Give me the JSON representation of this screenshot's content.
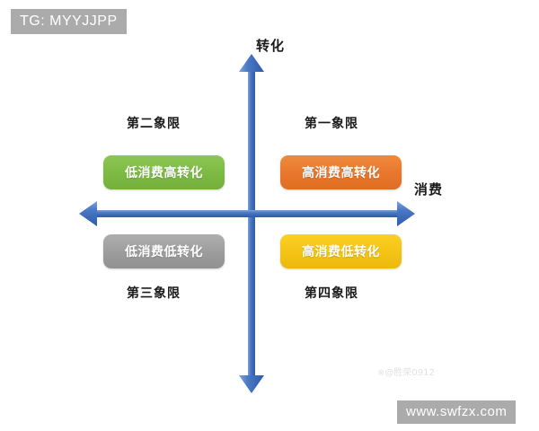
{
  "watermarks": {
    "top_left": "TG: MYYJJPP",
    "bottom_right": "www.swfzx.com",
    "faint": "※@胜荣0912"
  },
  "colors": {
    "axis": "#4472c4",
    "q1_pill": "#e8762c",
    "q2_pill": "#7cba44",
    "q3_pill": "#9c9c9c",
    "q4_pill": "#f3c315",
    "watermark_box": "#ababab",
    "background": "#ffffff",
    "text": "#1a1a1a"
  },
  "chart_data": {
    "type": "scatter",
    "title": "",
    "xlabel": "消费",
    "ylabel": "转化",
    "grid": false,
    "legend": "none",
    "axes": {
      "x": {
        "label": "消费",
        "arrows": "both",
        "direction": "horizontal"
      },
      "y": {
        "label": "转化",
        "arrows": "both",
        "direction": "vertical"
      }
    },
    "quadrants": [
      {
        "id": "q1",
        "name": "第一象限",
        "pill": "高消费高转化",
        "color": "#e8762c",
        "x": "high",
        "y": "high",
        "position": "top-right"
      },
      {
        "id": "q2",
        "name": "第二象限",
        "pill": "低消费高转化",
        "color": "#7cba44",
        "x": "low",
        "y": "high",
        "position": "top-left"
      },
      {
        "id": "q3",
        "name": "第三象限",
        "pill": "低消费低转化",
        "color": "#9c9c9c",
        "x": "low",
        "y": "low",
        "position": "bottom-left"
      },
      {
        "id": "q4",
        "name": "第四象限",
        "pill": "高消费低转化",
        "color": "#f3c315",
        "x": "high",
        "y": "low",
        "position": "bottom-right"
      }
    ]
  }
}
